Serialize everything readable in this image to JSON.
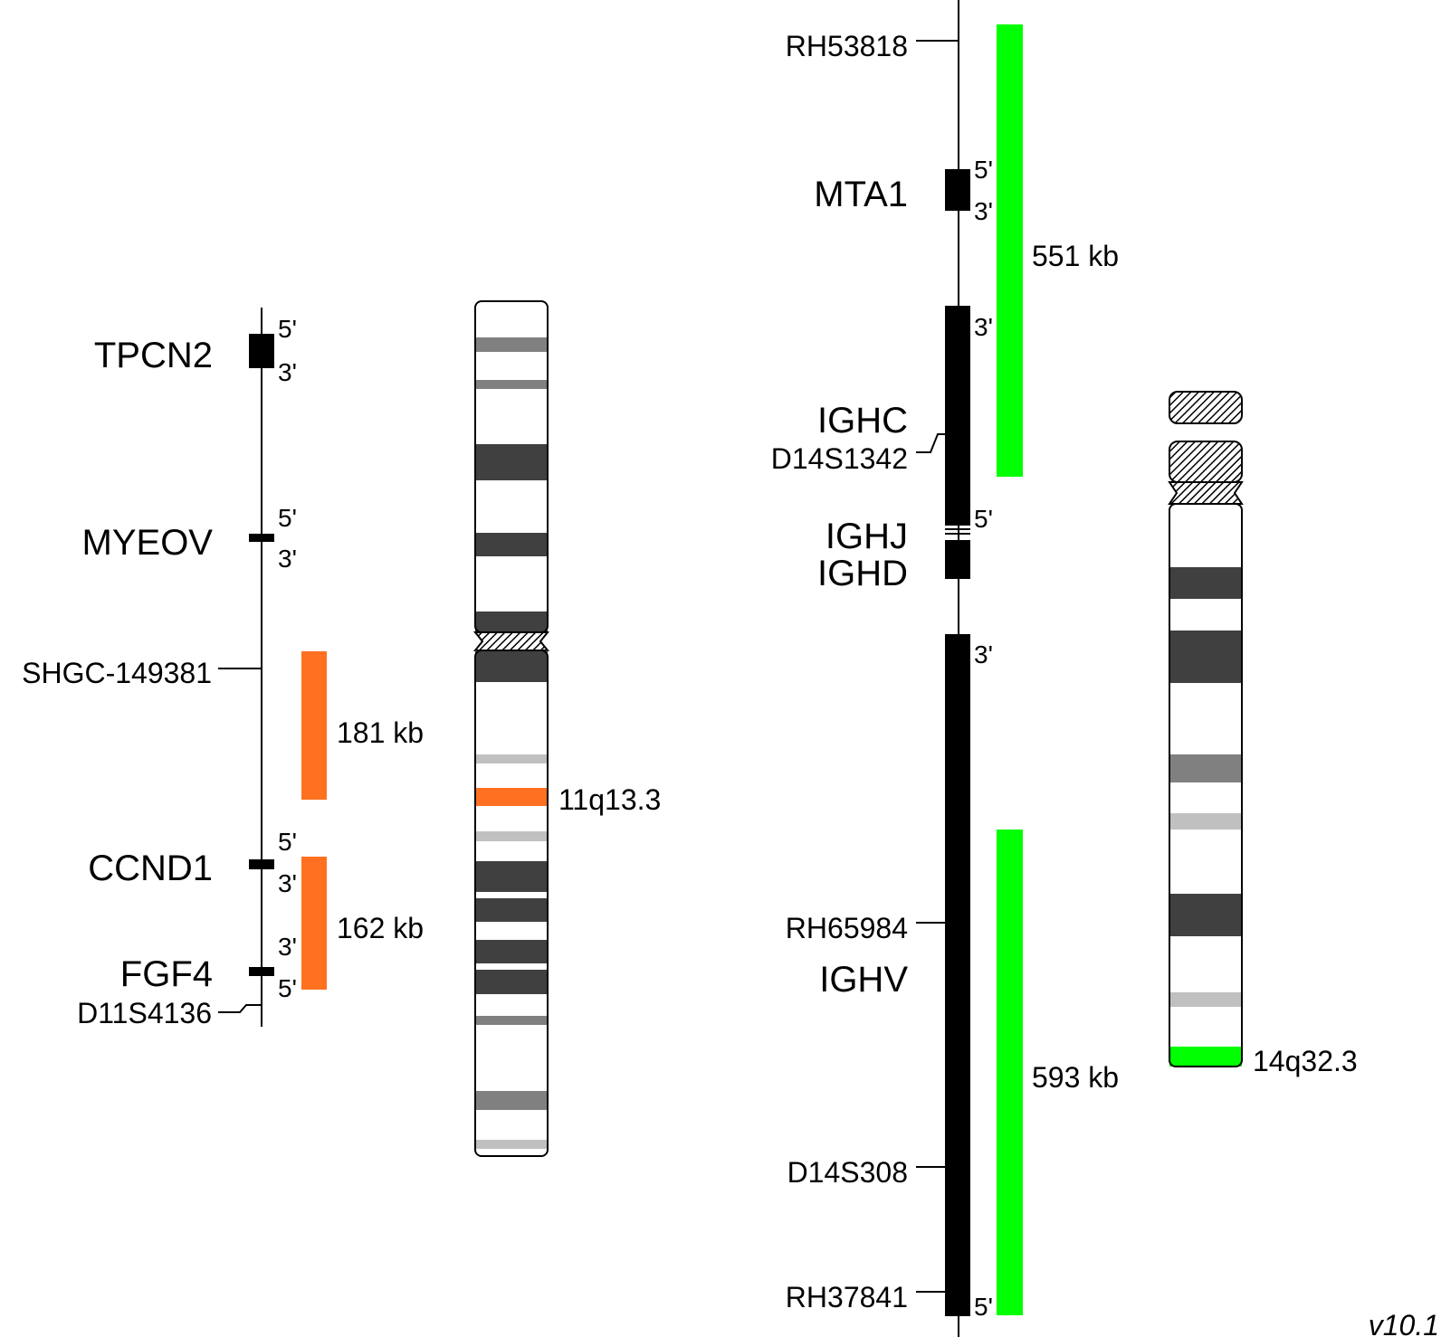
{
  "left_map": {
    "genes": {
      "tpcn2": "TPCN2",
      "myeov": "MYEOV",
      "ccnd1": "CCND1",
      "fgf4": "FGF4"
    },
    "markers": {
      "shgc": "SHGC-149381",
      "d11s4136": "D11S4136"
    },
    "ends": {
      "tpcn2_5": "5'",
      "tpcn2_3": "3'",
      "myeov_5": "5'",
      "myeov_3": "3'",
      "ccnd1_5": "5'",
      "ccnd1_3": "3'",
      "fgf4_3": "3'",
      "fgf4_5": "5'"
    },
    "probes": [
      {
        "label": "181 kb",
        "color": "#FF7020"
      },
      {
        "label": "162 kb",
        "color": "#FF7020"
      }
    ],
    "chromosome": {
      "band_label": "11q13.3",
      "highlight_color": "#FF7020"
    }
  },
  "right_map": {
    "genes": {
      "mta1": "MTA1",
      "ighc": "IGHC",
      "ighj": "IGHJ",
      "ighd": "IGHD",
      "ighv": "IGHV"
    },
    "markers": {
      "rh53818": "RH53818",
      "d14s1342": "D14S1342",
      "rh65984": "RH65984",
      "d14s308": "D14S308",
      "rh37841": "RH37841"
    },
    "ends": {
      "mta1_5": "5'",
      "mta1_3": "3'",
      "ighc_3": "3'",
      "ighj_5": "5'",
      "ighv_3": "3'",
      "ighv_5": "5'"
    },
    "probes": [
      {
        "label": "551 kb",
        "color": "#00FF00"
      },
      {
        "label": "593 kb",
        "color": "#00FF00"
      }
    ],
    "chromosome": {
      "band_label": "14q32.3",
      "highlight_color": "#00FF00"
    }
  },
  "version": "v10.1",
  "colors": {
    "band_dark": "#404040",
    "band_mid": "#808080",
    "band_light": "#C0C0C0",
    "line": "#000000"
  }
}
